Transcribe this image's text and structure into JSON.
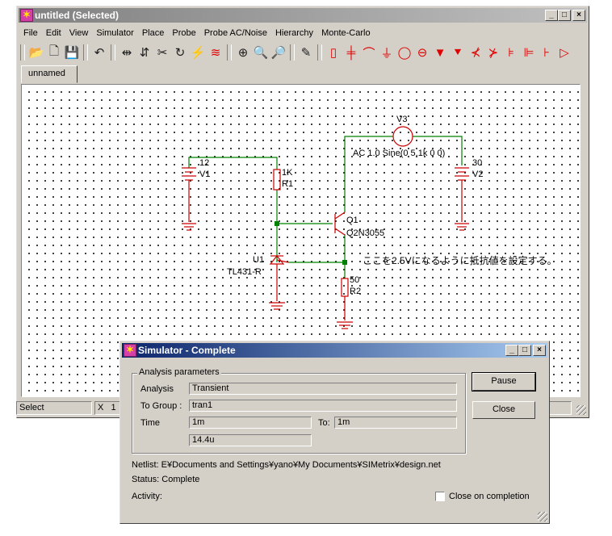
{
  "main_window": {
    "title": "untitled (Selected)",
    "menu": [
      "File",
      "Edit",
      "View",
      "Simulator",
      "Place",
      "Probe",
      "Probe AC/Noise",
      "Hierarchy",
      "Monte-Carlo"
    ],
    "tab": "unnamed"
  },
  "schematic": {
    "components": [
      {
        "ref": "V1",
        "value": "12"
      },
      {
        "ref": "R1",
        "value": "1K"
      },
      {
        "ref": "V3",
        "value": "AC 1.0 Sine(0 5.1k 0 0)"
      },
      {
        "ref": "V2",
        "value": "30"
      },
      {
        "ref": "Q1",
        "value": "Q2N3055"
      },
      {
        "ref": "U1",
        "value": "TL431-R"
      },
      {
        "ref": "R2",
        "value": "50"
      }
    ],
    "annotation": "ここを2.5Vになるように抵抗値を設定する。",
    "wire_color": "#008000",
    "part_color": "#cc0000"
  },
  "statusbar": {
    "mode": "Select",
    "x_label": "X",
    "x_value": "1"
  },
  "dialog": {
    "title": "Simulator - Complete",
    "group_title": "Analysis parameters",
    "analysis_label": "Analysis",
    "analysis_value": "Transient",
    "togroup_label": "To Group :",
    "togroup_value": "tran1",
    "time_label": "Time",
    "time_value": "1m",
    "to_label": "To:",
    "to_value": "1m",
    "progress_value": "14.4u",
    "pause_label": "Pause",
    "close_label": "Close",
    "netlist": "Netlist: E¥Documents and Settings¥yano¥My Documents¥SIMetrix¥design.net",
    "status": "Status: Complete",
    "activity": "Activity:",
    "close_on_completion": "Close on completion"
  }
}
